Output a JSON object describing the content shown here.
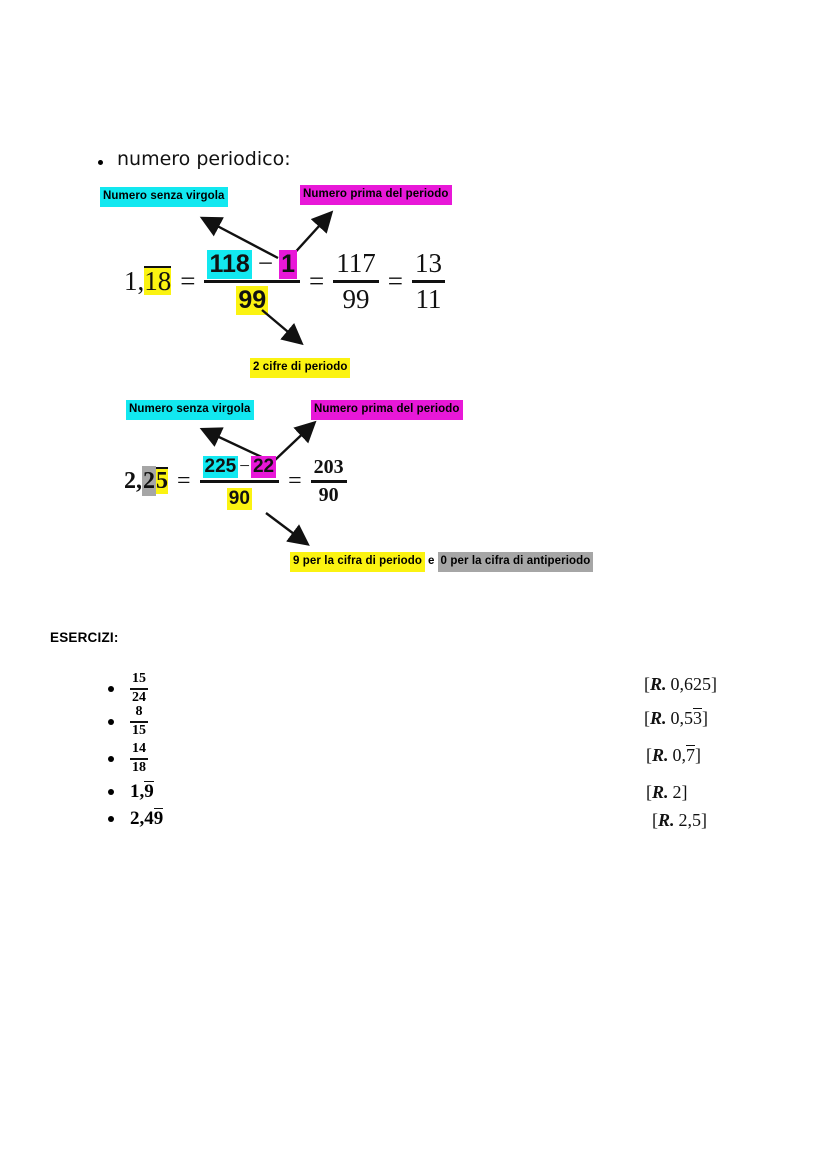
{
  "page": {
    "language": "it",
    "background": "#ffffff"
  },
  "colors": {
    "cyan": "#12e8f0",
    "magenta": "#e818d8",
    "yellow": "#fbf311",
    "gray": "#a6a6a6",
    "text": "#111111"
  },
  "heading": {
    "bullet_label": "numero periodico:"
  },
  "example1": {
    "labels": {
      "cyan": "Numero senza virgola",
      "magenta": "Numero prima del periodo",
      "yellow": "2 cifre di periodo"
    },
    "lhs": {
      "integer_part": "1,",
      "period_digits": "18"
    },
    "fraction1": {
      "numerator_minuend": "118",
      "minus": "−",
      "numerator_subtrahend": "1",
      "denominator": "99"
    },
    "equals": "=",
    "fraction2": {
      "numerator": "117",
      "denominator": "99"
    },
    "fraction3": {
      "numerator": "13",
      "denominator": "11"
    }
  },
  "example2": {
    "labels": {
      "cyan": "Numero senza virgola",
      "magenta": "Numero prima del periodo",
      "yellow_part": "9 per la cifra di periodo",
      "joiner": " e ",
      "gray_part": "0 per la cifra di antiperiodo"
    },
    "lhs": {
      "integer_part": "2,",
      "antiperiod_digit": "2",
      "period_digit": "5"
    },
    "fraction1": {
      "numerator_minuend": "225",
      "minus": "−",
      "numerator_subtrahend": "22",
      "denominator": "90"
    },
    "equals": "=",
    "fraction2": {
      "numerator": "203",
      "denominator": "90"
    }
  },
  "exercises": {
    "heading": "ESERCIZI:",
    "items": [
      {
        "type": "fraction",
        "numerator": "15",
        "denominator": "24",
        "answer_prefix": "[",
        "answer_label": "R.",
        "answer_value": "0,625",
        "answer_suffix": "]",
        "answer_overline": ""
      },
      {
        "type": "fraction",
        "numerator": "8",
        "denominator": "15",
        "answer_prefix": "[",
        "answer_label": "R.",
        "answer_value": "0,5",
        "answer_suffix": "]",
        "answer_overline": "3"
      },
      {
        "type": "fraction",
        "numerator": "14",
        "denominator": "18",
        "answer_prefix": "[",
        "answer_label": "R.",
        "answer_value": "0,",
        "answer_suffix": "]",
        "answer_overline": "7"
      },
      {
        "type": "decimal",
        "value": "1,",
        "overline": "9",
        "answer_prefix": "[",
        "answer_label": "R.",
        "answer_value": "2",
        "answer_suffix": "]",
        "answer_overline": ""
      },
      {
        "type": "decimal",
        "value": "2,4",
        "overline": "9",
        "answer_prefix": "[",
        "answer_label": "R.",
        "answer_value": "2,5",
        "answer_suffix": "]",
        "answer_overline": ""
      }
    ]
  }
}
